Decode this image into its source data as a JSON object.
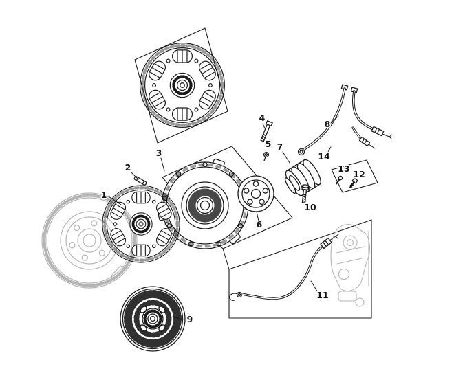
{
  "figure": {
    "type": "exploded-parts-diagram",
    "subject": "clutch-assembly-with-hydraulic-lines",
    "background_color": "#ffffff",
    "line_color": "#1a1a1a",
    "sketch_color": "#b5b5b5"
  },
  "callouts": [
    {
      "label": "1"
    },
    {
      "label": "2"
    },
    {
      "label": "3"
    },
    {
      "label": "4"
    },
    {
      "label": "5"
    },
    {
      "label": "6"
    },
    {
      "label": "7"
    },
    {
      "label": "8"
    },
    {
      "label": "9"
    },
    {
      "label": "10"
    },
    {
      "label": "11"
    },
    {
      "label": "12"
    },
    {
      "label": "13"
    },
    {
      "label": "14"
    }
  ]
}
